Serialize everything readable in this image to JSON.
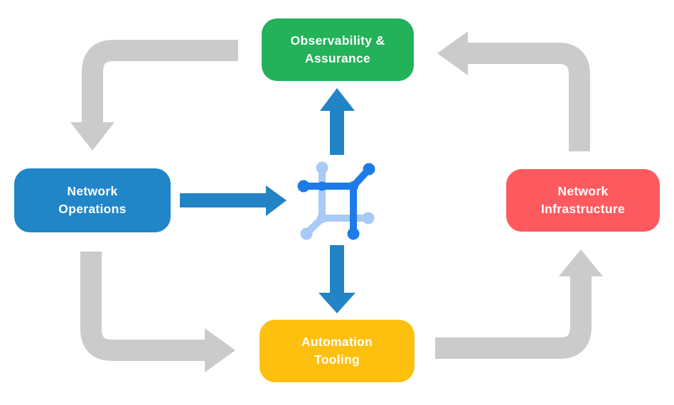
{
  "diagram": {
    "nodes": [
      {
        "id": "observability-assurance",
        "label": "Observability &\nAssurance",
        "color": "#23B15A"
      },
      {
        "id": "network-operations",
        "label": "Network\nOperations",
        "color": "#2186C8"
      },
      {
        "id": "network-infrastructure",
        "label": "Network\nInfrastructure",
        "color": "#FC5A5F"
      },
      {
        "id": "automation-tooling",
        "label": "Automation\nTooling",
        "color": "#FEC00F"
      }
    ],
    "center_icon": "network-mesh-icon",
    "icon_colors": {
      "primary": "#1C7BE8",
      "secondary": "#A9C9F7"
    },
    "arrow_colors": {
      "cycle": "#CBCBCB",
      "flow": "#2283C5"
    },
    "text_color": "#FFFFFF"
  }
}
